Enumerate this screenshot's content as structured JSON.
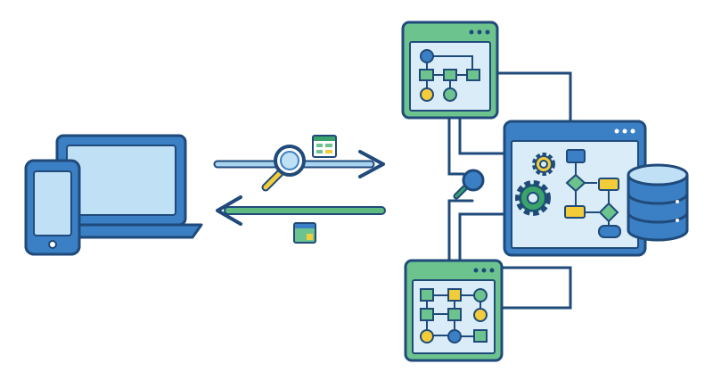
{
  "diagram": {
    "colors": {
      "outline": "#1f4a7a",
      "blue": "#3b7fc4",
      "blue_light": "#bfe0f5",
      "blue_pale": "#d9ecf8",
      "green": "#3aa36a",
      "green_light": "#6cc38e",
      "yellow": "#f3cc3a",
      "arrow_blue": "#a9d3ee",
      "arrow_green": "#5fba82",
      "white": "#ffffff"
    },
    "nodes": [
      {
        "id": "smartphone",
        "icon": "smartphone-icon"
      },
      {
        "id": "laptop",
        "icon": "laptop-icon"
      },
      {
        "id": "request-arrow",
        "icon": "arrow-right-icon",
        "direction": "right"
      },
      {
        "id": "response-arrow",
        "icon": "arrow-left-icon",
        "direction": "left"
      },
      {
        "id": "search-magnifier",
        "icon": "magnifier-icon"
      },
      {
        "id": "table-doc",
        "icon": "table-document-icon"
      },
      {
        "id": "small-doc",
        "icon": "document-icon"
      },
      {
        "id": "service-window-top",
        "icon": "workflow-window-icon"
      },
      {
        "id": "service-window-main",
        "icon": "process-window-icon"
      },
      {
        "id": "service-window-bottom",
        "icon": "workflow-window-icon"
      },
      {
        "id": "connector-magnifier",
        "icon": "magnifier-icon"
      },
      {
        "id": "database",
        "icon": "database-icon"
      }
    ]
  }
}
